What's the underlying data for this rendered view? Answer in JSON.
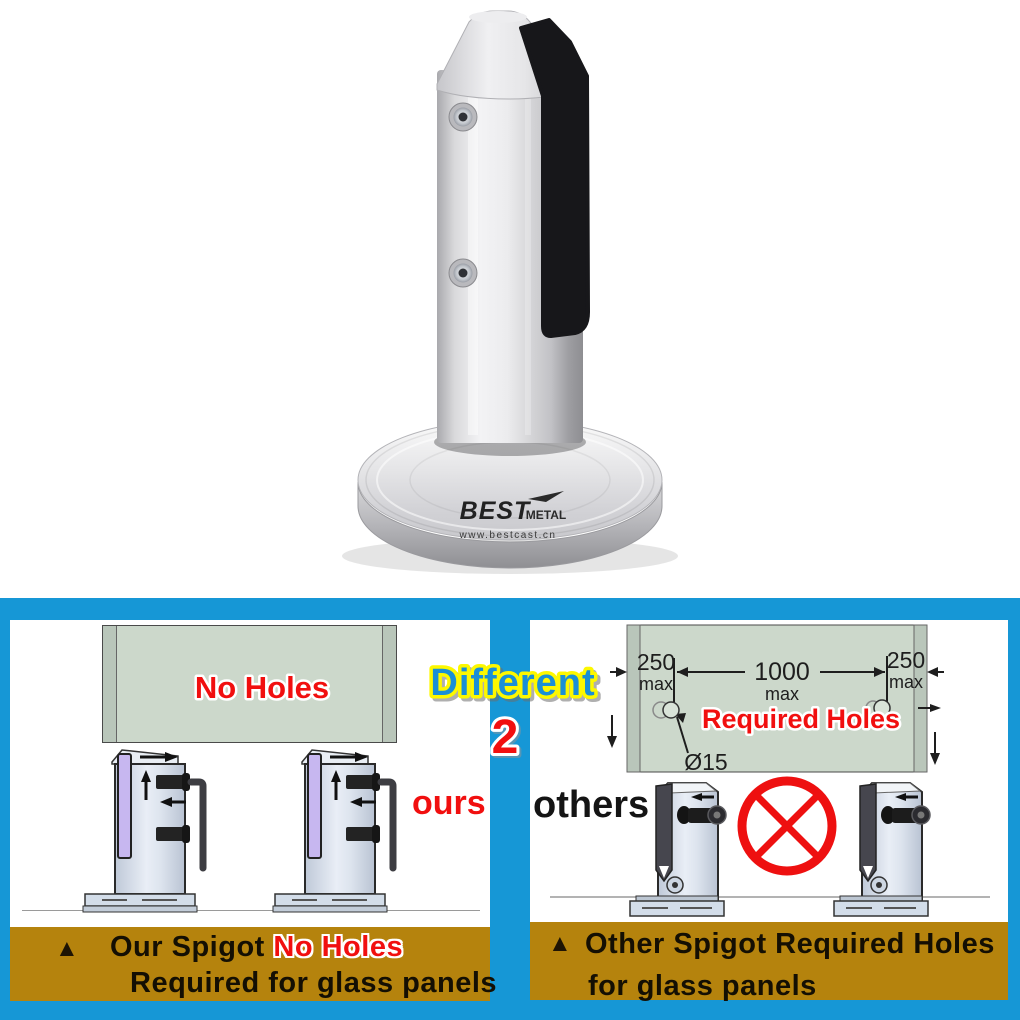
{
  "product": {
    "brand": "BEST",
    "brand_suffix": "METAL",
    "website": "www.bestcast.cn"
  },
  "divider": {
    "headline": "Different",
    "number": "2"
  },
  "left_panel": {
    "glass_label": "No Holes",
    "owner_label": "ours",
    "caption": {
      "marker": "▲",
      "line1_black": "Our Spigot",
      "line1_red": "No Holes",
      "line2": "Required for glass panels"
    }
  },
  "right_panel": {
    "glass_label": "Required Holes",
    "owner_label": "others",
    "dimensions": {
      "left_value": "250",
      "left_unit": "max",
      "center_value": "1000",
      "center_unit": "max",
      "right_value": "250",
      "right_unit": "max",
      "hole_diameter": "Ø15"
    },
    "caption": {
      "marker": "▲",
      "line1": "Other Spigot Required Holes",
      "line2": "for glass panels"
    }
  },
  "colors": {
    "frame_blue": "#1697d6",
    "caption_gold": "#b5830d",
    "accent_red": "#f10f0f",
    "headline_blue": "#1a8fd6",
    "headline_outline_yellow": "#fdf800",
    "glass_green": "#ccd8cb"
  }
}
